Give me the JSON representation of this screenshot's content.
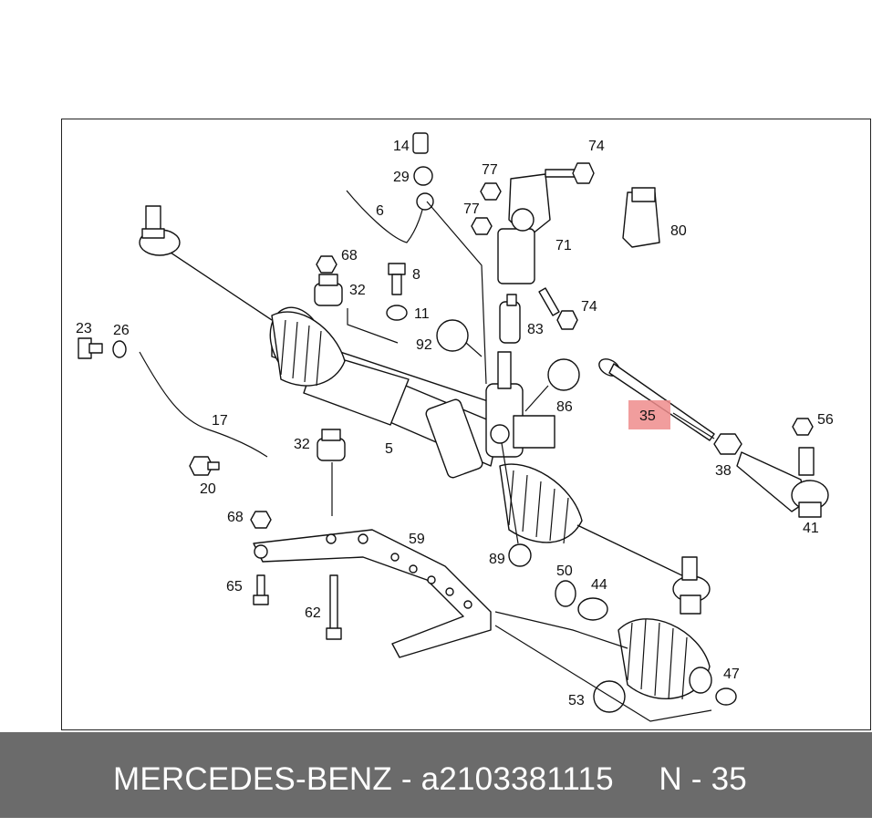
{
  "diagram": {
    "callouts": [
      {
        "id": "14",
        "label": "14"
      },
      {
        "id": "29",
        "label": "29"
      },
      {
        "id": "6",
        "label": "6"
      },
      {
        "id": "77a",
        "label": "77"
      },
      {
        "id": "77b",
        "label": "77"
      },
      {
        "id": "74a",
        "label": "74"
      },
      {
        "id": "80",
        "label": "80"
      },
      {
        "id": "71",
        "label": "71"
      },
      {
        "id": "68a",
        "label": "68"
      },
      {
        "id": "8",
        "label": "8"
      },
      {
        "id": "32a",
        "label": "32"
      },
      {
        "id": "11",
        "label": "11"
      },
      {
        "id": "74b",
        "label": "74"
      },
      {
        "id": "83",
        "label": "83"
      },
      {
        "id": "23",
        "label": "23"
      },
      {
        "id": "26",
        "label": "26"
      },
      {
        "id": "92",
        "label": "92"
      },
      {
        "id": "86",
        "label": "86"
      },
      {
        "id": "35",
        "label": "35",
        "highlighted": true
      },
      {
        "id": "56",
        "label": "56"
      },
      {
        "id": "17",
        "label": "17"
      },
      {
        "id": "32b",
        "label": "32"
      },
      {
        "id": "5",
        "label": "5"
      },
      {
        "id": "38",
        "label": "38"
      },
      {
        "id": "41",
        "label": "41"
      },
      {
        "id": "20",
        "label": "20"
      },
      {
        "id": "68b",
        "label": "68"
      },
      {
        "id": "59",
        "label": "59"
      },
      {
        "id": "89",
        "label": "89"
      },
      {
        "id": "50",
        "label": "50"
      },
      {
        "id": "44",
        "label": "44"
      },
      {
        "id": "65",
        "label": "65"
      },
      {
        "id": "62",
        "label": "62"
      },
      {
        "id": "47",
        "label": "47"
      },
      {
        "id": "53",
        "label": "53"
      }
    ],
    "highlight_color": "#ef8c8c"
  },
  "footer": {
    "text": "MERCEDES-BENZ - a2103381115     N - 35",
    "background": "#6b6b6b"
  }
}
